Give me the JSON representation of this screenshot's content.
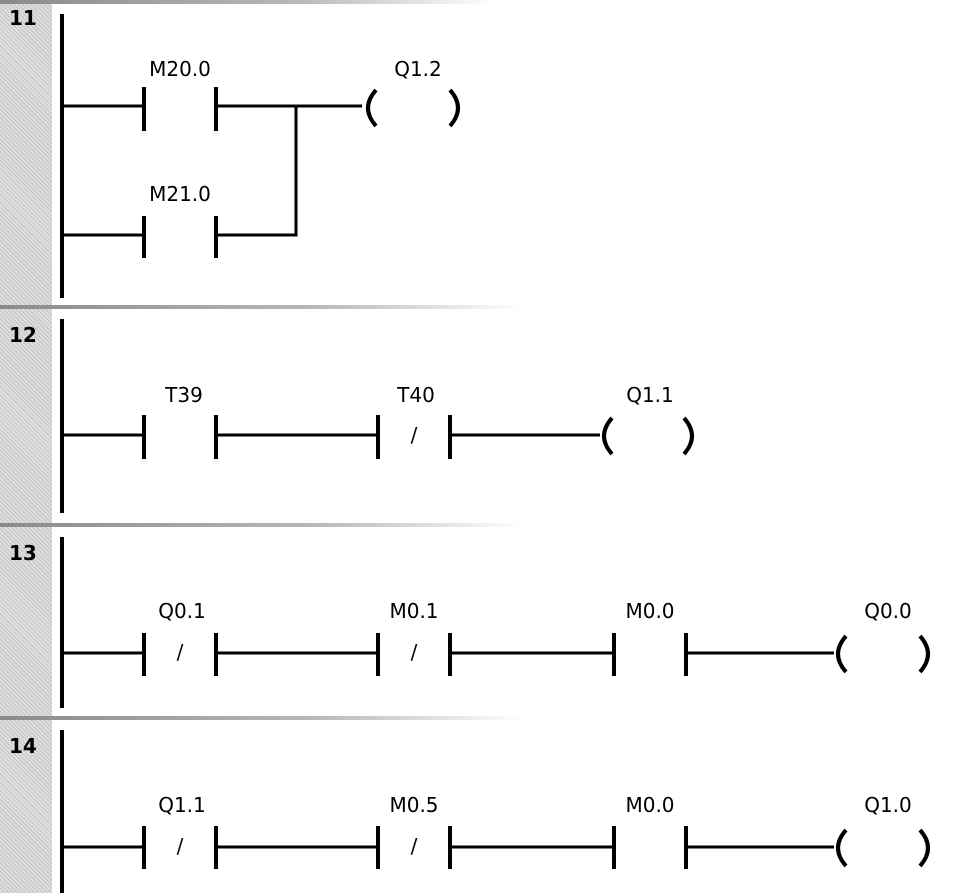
{
  "networks": [
    {
      "number": "11",
      "contacts": [
        {
          "label": "M20.0",
          "negated": false
        },
        {
          "label": "M21.0",
          "negated": false
        }
      ],
      "coil": {
        "label": "Q1.2"
      }
    },
    {
      "number": "12",
      "contacts": [
        {
          "label": "T39",
          "negated": false
        },
        {
          "label": "T40",
          "negated": true
        }
      ],
      "coil": {
        "label": "Q1.1"
      }
    },
    {
      "number": "13",
      "contacts": [
        {
          "label": "Q0.1",
          "negated": true
        },
        {
          "label": "M0.1",
          "negated": true
        },
        {
          "label": "M0.0",
          "negated": false
        }
      ],
      "coil": {
        "label": "Q0.0"
      }
    },
    {
      "number": "14",
      "contacts": [
        {
          "label": "Q1.1",
          "negated": true
        },
        {
          "label": "M0.5",
          "negated": true
        },
        {
          "label": "M0.0",
          "negated": false
        }
      ],
      "coil": {
        "label": "Q1.0"
      }
    }
  ],
  "negation_mark": "/"
}
